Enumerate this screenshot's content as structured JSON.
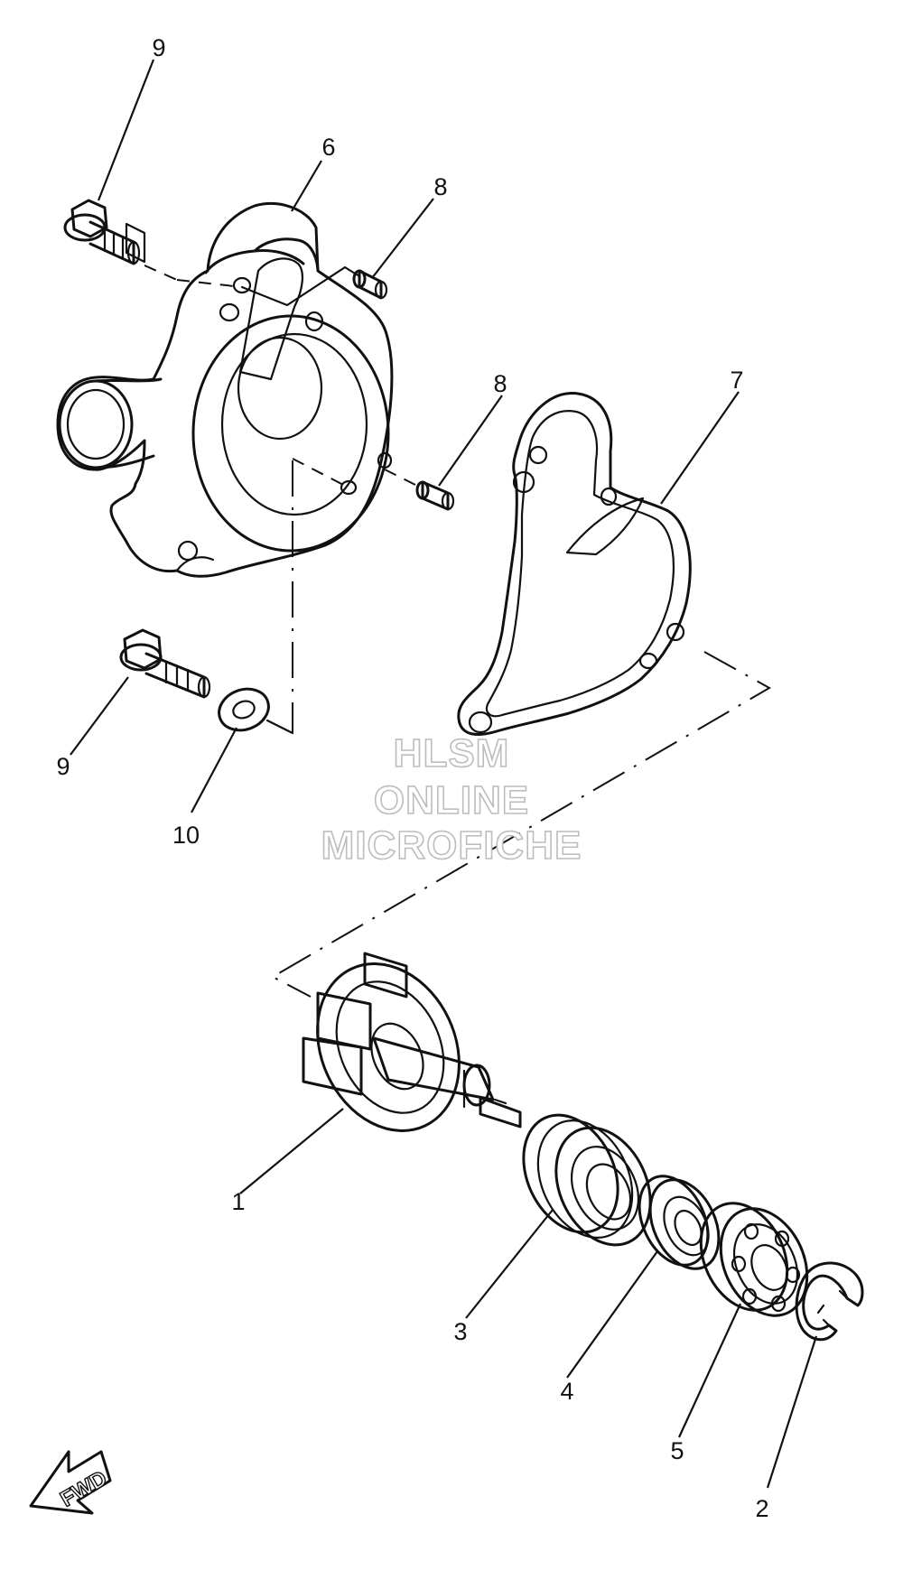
{
  "callouts": {
    "c9a": "9",
    "c6": "6",
    "c8a": "8",
    "c8b": "8",
    "c7": "7",
    "c9b": "9",
    "c10": "10",
    "c1": "1",
    "c3": "3",
    "c4": "4",
    "c5": "5",
    "c2": "2"
  },
  "watermark": {
    "line1": "HLSM",
    "line2": "ONLINE",
    "line3": "MICROFICHE"
  },
  "direction_badge": "FWD"
}
